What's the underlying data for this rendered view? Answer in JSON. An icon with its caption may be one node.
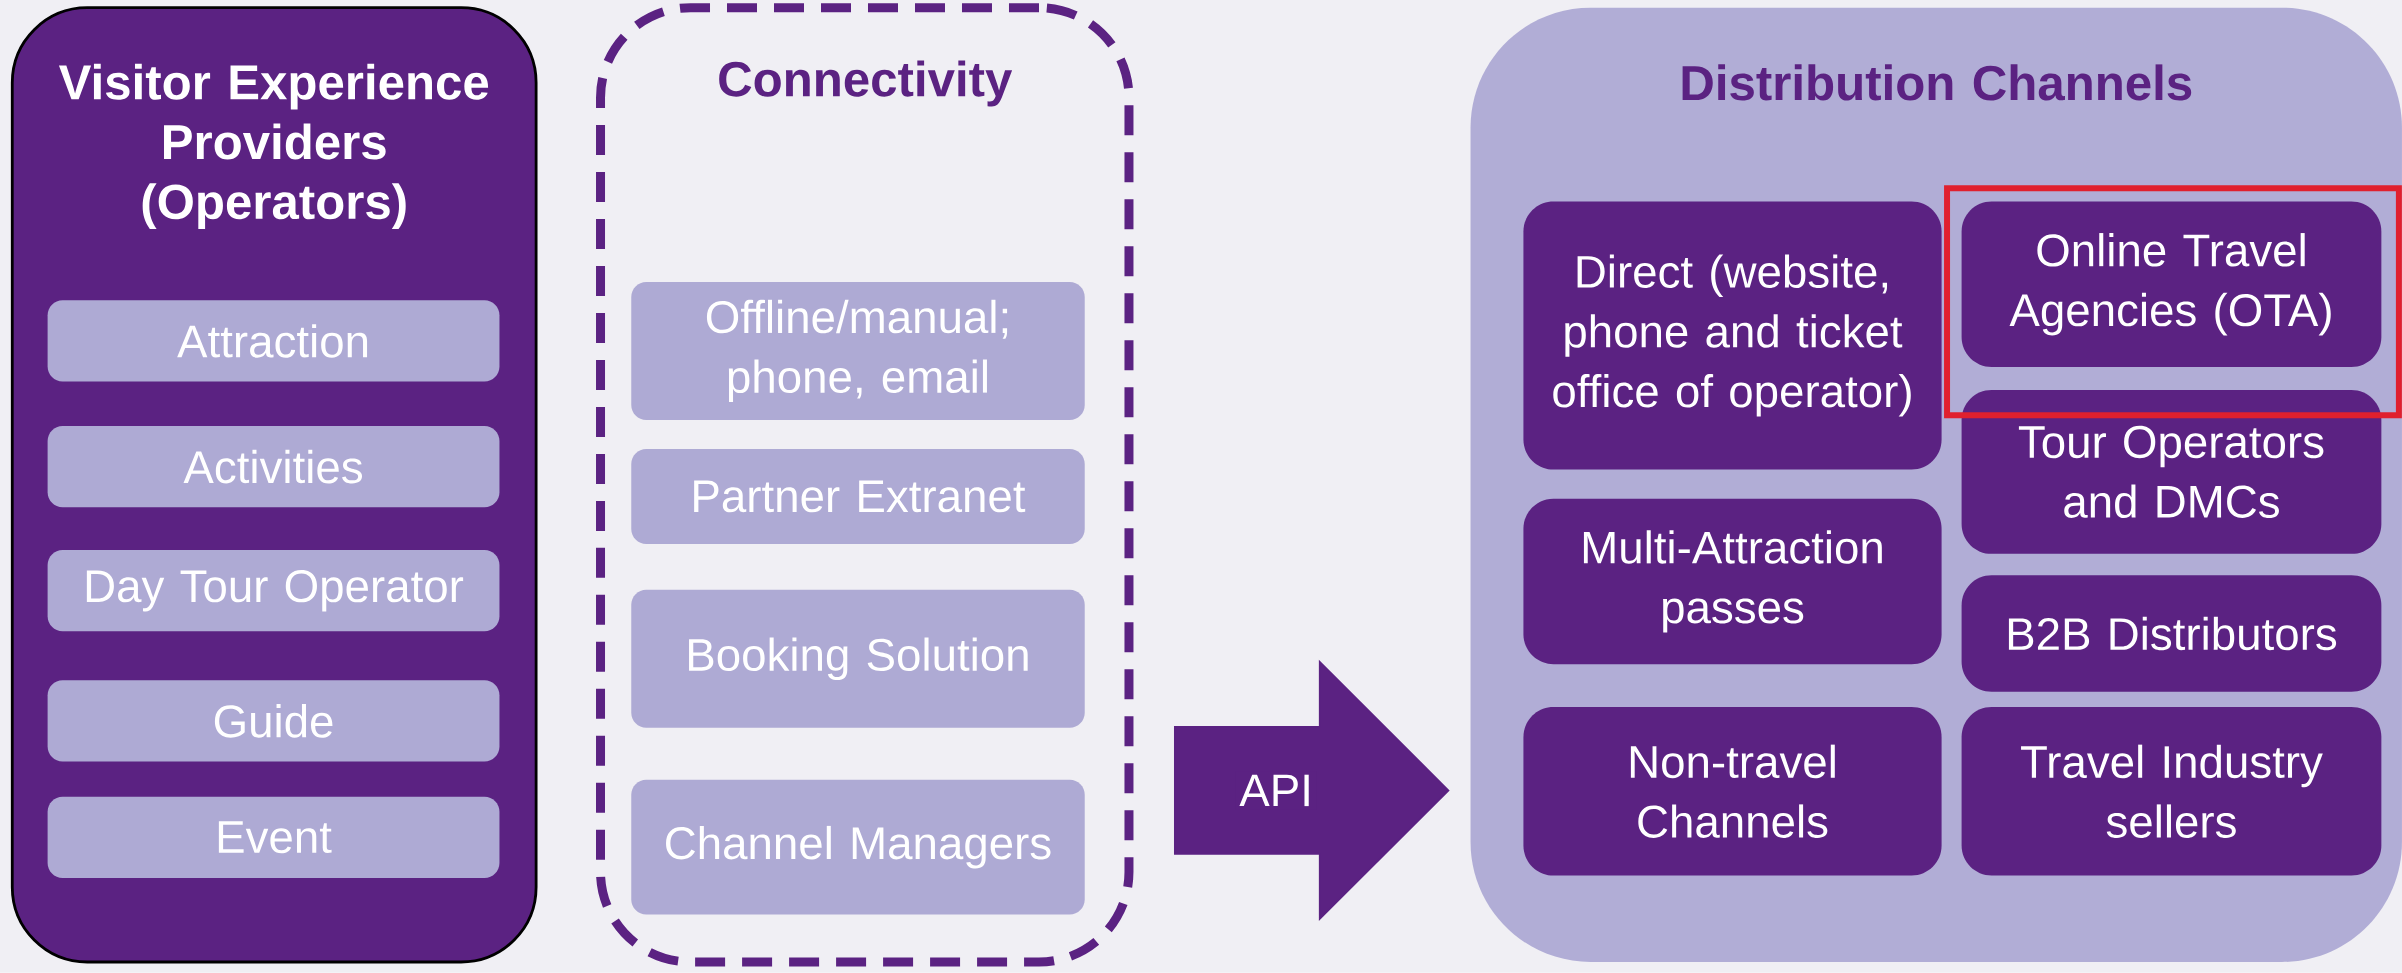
{
  "diagram": {
    "nodes": [
      {
        "text": [
          "Visitor Experience Providers (Operators)"
        ]
      },
      {
        "text": [
          "Attraction"
        ],
        "in": 0
      },
      {
        "text": [
          "Activities"
        ],
        "in": 0
      },
      {
        "text": [
          "Day Tour Operator"
        ],
        "in": 0
      },
      {
        "text": [
          "Guide"
        ],
        "in": 0
      },
      {
        "text": [
          "Event"
        ],
        "in": 0
      },
      {
        "text": [
          "Connectivity"
        ]
      },
      {
        "text": [
          "Offline/manual; phone, email"
        ],
        "in": 6
      },
      {
        "text": [
          "Partner Extranet"
        ],
        "in": 6
      },
      {
        "text": [
          "Booking Solution"
        ],
        "in": 6
      },
      {
        "text": [
          "Channel Managers"
        ],
        "in": 6
      },
      {
        "text": [
          "Distribution Channels"
        ]
      },
      {
        "text": [
          "Direct (website, phone and ticket office of operator)"
        ],
        "in": 11
      },
      {
        "text": [
          "Multi-Attraction passes"
        ],
        "in": 11
      },
      {
        "text": [
          "Non-travel Channels"
        ],
        "in": 11
      },
      {
        "text": [
          "Online Travel Agencies (OTA)"
        ],
        "in": 11
      },
      {
        "text": [
          "Tour Operators and DMCs"
        ],
        "in": 11
      },
      {
        "text": [
          "B2B Distributors"
        ],
        "in": 11
      },
      {
        "text": [
          "Travel Industry sellers"
        ],
        "in": 11
      }
    ],
    "edges": [
      {
        "from": 6,
        "to": 11,
        "arrow": "to",
        "label": "API"
      }
    ]
  }
}
